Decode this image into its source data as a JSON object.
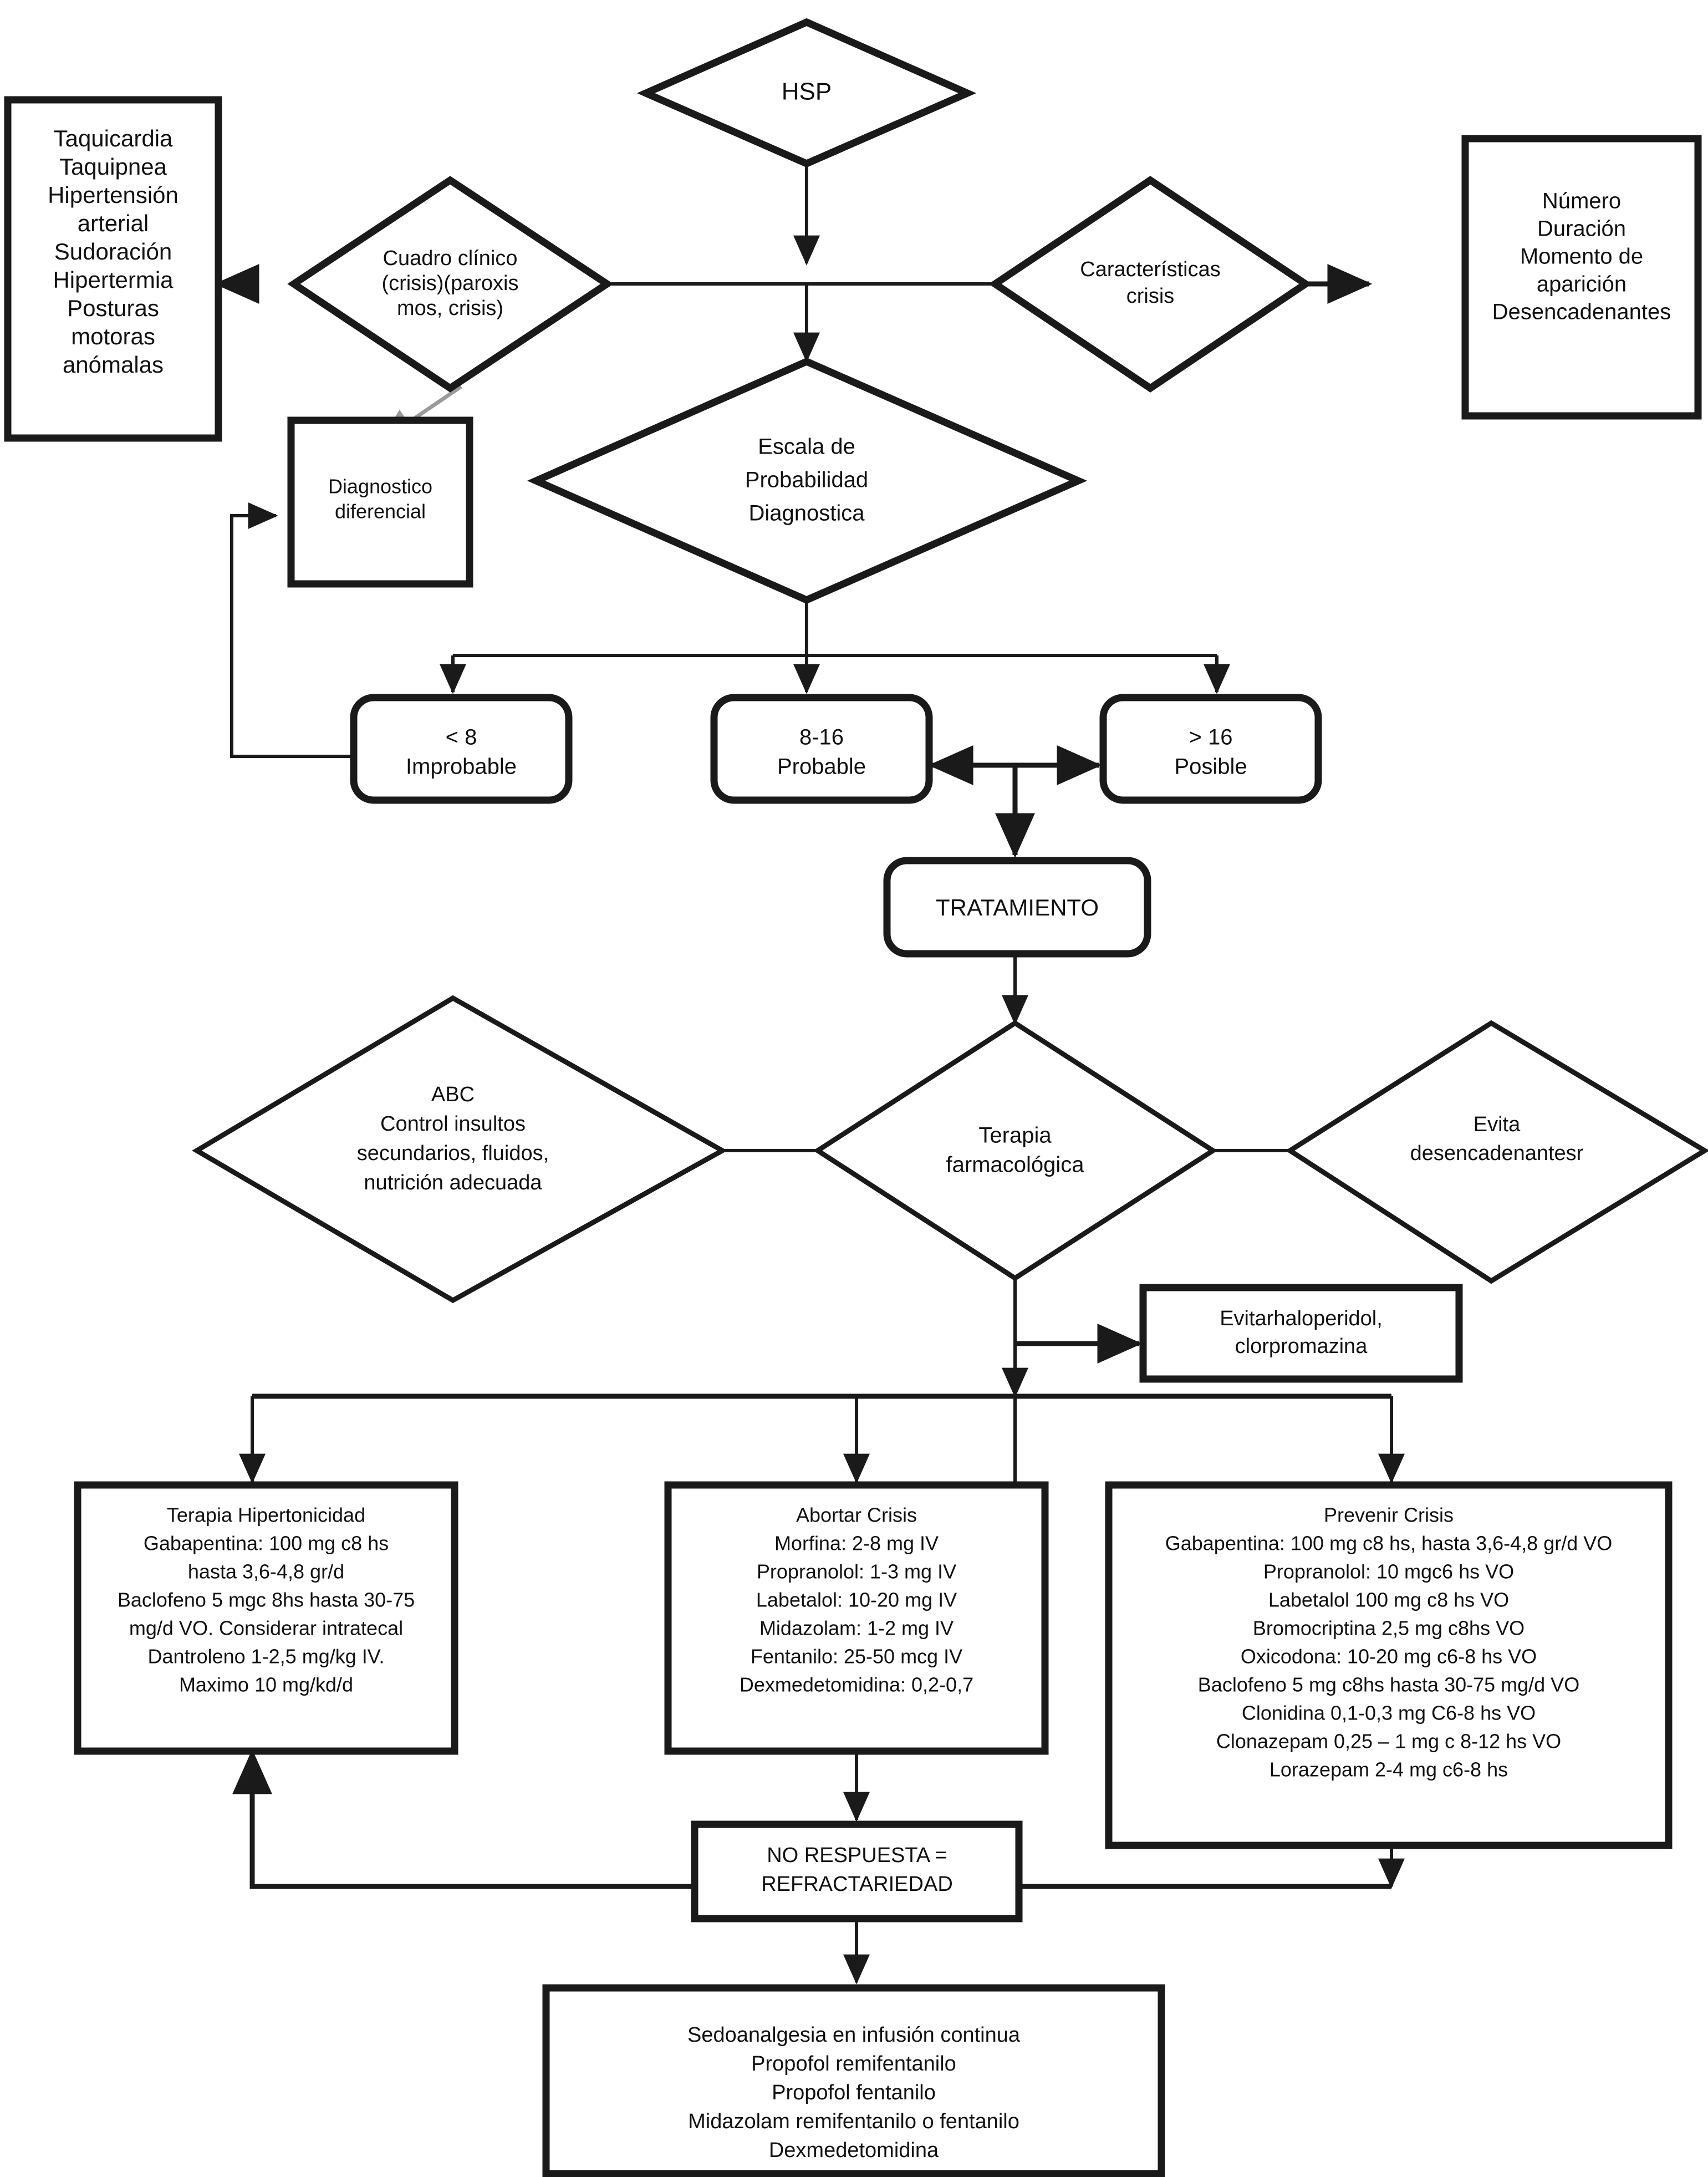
{
  "diagram": {
    "title": "HSP",
    "nodes": {
      "hsp": {
        "label": "HSP"
      },
      "cuadro_clinico": {
        "lines": [
          "Cuadro clínico",
          "(crisis)(paroxis",
          "mos, crisis)"
        ]
      },
      "sintomas": {
        "lines": [
          "Taquicardia",
          "Taquipnea",
          "Hipertensión",
          "arterial",
          "Sudoración",
          "Hipertermia",
          "Posturas",
          "motoras",
          "anómalas"
        ]
      },
      "caracteristicas_crisis": {
        "lines": [
          "Características",
          "crisis"
        ]
      },
      "caracteristicas_detalle": {
        "lines": [
          "Número",
          "Duración",
          "Momento de",
          "aparición",
          "Desencadenantes"
        ]
      },
      "diagnostico_diferencial": {
        "lines": [
          "Diagnostico",
          "diferencial"
        ]
      },
      "escala": {
        "lines": [
          "Escala de",
          "Probabilidad",
          "Diagnostica"
        ]
      },
      "menor8": {
        "lines": [
          "< 8",
          "Improbable"
        ]
      },
      "r8a16": {
        "lines": [
          "8-16",
          "Probable"
        ]
      },
      "mayor16": {
        "lines": [
          "> 16",
          "Posible"
        ]
      },
      "tratamiento": {
        "label": "TRATAMIENTO"
      },
      "abc": {
        "lines": [
          "ABC",
          "Control insultos",
          "secundarios, fluidos,",
          "nutrición adecuada"
        ]
      },
      "terapia_farmacologica": {
        "lines": [
          "Terapia",
          "farmacológica"
        ]
      },
      "evita_desencadenantes": {
        "lines": [
          "Evita",
          "desencadenantesr"
        ]
      },
      "evitar_haloperidol": {
        "lines": [
          "Evitarhaloperidol,",
          "clorpromazina"
        ]
      },
      "terapia_hipertonicidad": {
        "lines": [
          "Terapia Hipertonicidad",
          "Gabapentina: 100 mg c8 hs",
          "hasta 3,6-4,8 gr/d",
          "Baclofeno 5 mgc 8hs hasta 30-75",
          "mg/d VO. Considerar intratecal",
          "Dantroleno 1-2,5 mg/kg IV.",
          "Maximo 10 mg/kd/d"
        ]
      },
      "abortar_crisis": {
        "lines": [
          "Abortar Crisis",
          "Morfina: 2-8 mg IV",
          "Propranolol: 1-3 mg IV",
          "Labetalol: 10-20 mg IV",
          "Midazolam: 1-2 mg IV",
          "Fentanilo: 25-50 mcg IV",
          "Dexmedetomidina: 0,2-0,7"
        ]
      },
      "prevenir_crisis": {
        "lines": [
          "Prevenir Crisis",
          "Gabapentina: 100 mg c8 hs, hasta 3,6-4,8 gr/d VO",
          "Propranolol: 10 mgc6 hs VO",
          "Labetalol 100 mg c8 hs VO",
          "Bromocriptina 2,5 mg c8hs VO",
          "Oxicodona: 10-20 mg c6-8 hs VO",
          "Baclofeno 5 mg c8hs hasta 30-75 mg/d VO",
          "Clonidina 0,1-0,3 mg C6-8 hs VO",
          "Clonazepam 0,25 – 1 mg c 8-12 hs VO",
          "Lorazepam 2-4 mg c6-8 hs"
        ]
      },
      "no_respuesta": {
        "lines": [
          "NO RESPUESTA =",
          "REFRACTARIEDAD"
        ]
      },
      "sedoanalgesia": {
        "lines": [
          "Sedoanalgesia en infusión continua",
          "Propofol remifentanilo",
          "Propofol fentanilo",
          "Midazolam remifentanilo o fentanilo",
          "Dexmedetomidina"
        ]
      }
    },
    "colors": {
      "line": "#1a1a1a",
      "gray_connector": "#9a9a9a",
      "background": "#ffffff",
      "text": "#111111"
    }
  }
}
